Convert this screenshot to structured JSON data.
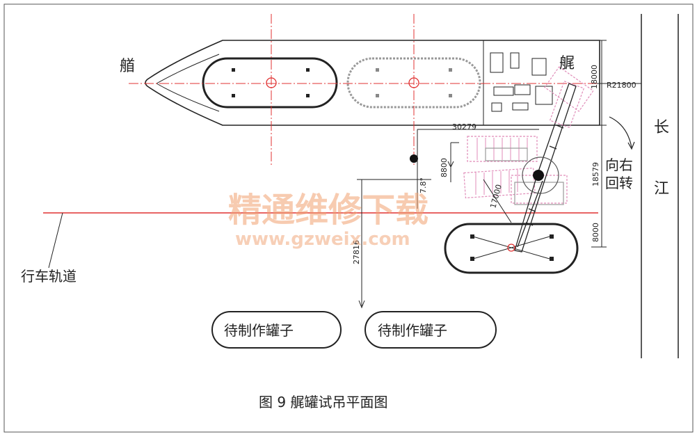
{
  "labels": {
    "bow": "艏",
    "stern": "艉",
    "river_char1": "长",
    "river_char2": "江",
    "rotate_line1": "向右",
    "rotate_line2": "回转",
    "crane_track": "行车轨道",
    "tank_left": "待制作罐子",
    "tank_right": "待制作罐子",
    "caption": "图 9  艉罐试吊平面图"
  },
  "dimensions": {
    "radius": "R21800",
    "d18000": "18000",
    "d30279": "30279",
    "d8800": "8800",
    "angle": "7.8°",
    "d17000": "17000",
    "d18579": "18579",
    "d8000": "8000",
    "d27816": "27816"
  },
  "watermark": {
    "title": "精通维修下载",
    "url": "www.gzweix.com"
  },
  "colors": {
    "line": "#222222",
    "red": "#e03030",
    "pink": "#e08bb8",
    "gray": "#999999",
    "watermark": "#f0a070"
  }
}
